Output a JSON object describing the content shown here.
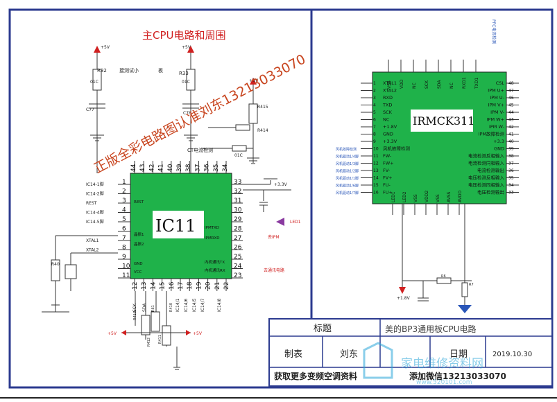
{
  "left_panel": {
    "title": "主CPU电路和周围",
    "watermark": "正版全彩电路图认准刘东13213033070",
    "ic_label": "IC11",
    "power_labels": [
      "+5V",
      "+5V",
      "+5V",
      "+3.3V",
      "+5V",
      "+5V"
    ],
    "resistor_labels": [
      "R32",
      "R33",
      "R415",
      "R414",
      "R40",
      "R413",
      "R411",
      "R410",
      "R412",
      "R61"
    ],
    "cap_labels": [
      "C77",
      "C78"
    ],
    "val_labels": [
      "01C",
      "01C",
      "01C"
    ],
    "test_label": "接测试小",
    "board_label": "板",
    "ct_label": "CT电流检测",
    "left_pins": [
      {
        "num": "1",
        "label": "IC14-1脚"
      },
      {
        "num": "2",
        "label": "IC14-2脚"
      },
      {
        "num": "3",
        "label": "REST"
      },
      {
        "num": "4",
        "label": "IC14-4脚"
      },
      {
        "num": "5",
        "label": "IC14-5脚"
      },
      {
        "num": "6",
        "label": ""
      },
      {
        "num": "7",
        "label": "XTAL1"
      },
      {
        "num": "8",
        "label": "XTAL2"
      },
      {
        "num": "9",
        "label": ""
      },
      {
        "num": "10",
        "label": ""
      },
      {
        "num": "11",
        "label": ""
      }
    ],
    "top_pins": [
      "44",
      "43",
      "42",
      "41",
      "40",
      "39",
      "38",
      "37",
      "36",
      "35",
      "34"
    ],
    "right_pins": [
      "33",
      "32",
      "31",
      "30",
      "29",
      "28",
      "27",
      "26",
      "25",
      "24",
      "23"
    ],
    "bottom_pins": [
      "12",
      "13",
      "14",
      "15",
      "16",
      "17",
      "18",
      "19",
      "20",
      "21",
      "22"
    ],
    "inner_left": [
      "REST",
      "晶振1",
      "晶振2",
      "GND",
      "VCC"
    ],
    "inner_right": [
      "IPMTXD",
      "IPMRXD",
      "内机通讯TX",
      "内机通讯RX"
    ],
    "right_labels": [
      "LED1",
      "去IPM",
      "去通讯电路"
    ],
    "bottom_labels": [
      "SCK",
      "SDA",
      "IC14/1",
      "IC14/6",
      "IC14/5",
      "IC14/7",
      "IC14/8"
    ]
  },
  "right_panel": {
    "chip_label": "IRMCK311",
    "left_pins": [
      {
        "num": "1",
        "label": "XTAL1"
      },
      {
        "num": "2",
        "label": "XTAL2"
      },
      {
        "num": "3",
        "label": "RXD"
      },
      {
        "num": "4",
        "label": "TXD"
      },
      {
        "num": "5",
        "label": "SCK"
      },
      {
        "num": "6",
        "label": "NC"
      },
      {
        "num": "7",
        "label": "+1.8V"
      },
      {
        "num": "8",
        "label": "GND"
      },
      {
        "num": "9",
        "label": "+3.3V"
      },
      {
        "num": "10",
        "label": "风机故障检测"
      },
      {
        "num": "11",
        "label": "FW-"
      },
      {
        "num": "12",
        "label": "FW+"
      },
      {
        "num": "13",
        "label": "FV-"
      },
      {
        "num": "14",
        "label": "FV+"
      },
      {
        "num": "15",
        "label": "FU-"
      },
      {
        "num": "16",
        "label": "FU+"
      }
    ],
    "right_pins": [
      {
        "num": "48",
        "label": "CSL"
      },
      {
        "num": "47",
        "label": "IPM U+"
      },
      {
        "num": "46",
        "label": "IPM U-"
      },
      {
        "num": "45",
        "label": "IPM V+"
      },
      {
        "num": "44",
        "label": "IPM V-"
      },
      {
        "num": "43",
        "label": "IPM W+"
      },
      {
        "num": "42",
        "label": "IPM W-"
      },
      {
        "num": "41",
        "label": "IPM故障检测"
      },
      {
        "num": "40",
        "label": "+3.3"
      },
      {
        "num": "39",
        "label": "GND"
      },
      {
        "num": "38",
        "label": "电流检测反相输入"
      },
      {
        "num": "37",
        "label": "电流检测同相输入"
      },
      {
        "num": "36",
        "label": "电流检测输出"
      },
      {
        "num": "35",
        "label": "电压检测反相输入"
      },
      {
        "num": "34",
        "label": "电压检测同相输入"
      },
      {
        "num": "33",
        "label": "电压检测输出"
      }
    ],
    "top_pin_labels": [
      "VSS",
      "VDD",
      "NC",
      "SCK",
      "SDA",
      "NC",
      "RXD1",
      "TXD1"
    ],
    "bottom_pin_labels": [
      "LED1",
      "LED2",
      "VSS",
      "VDD2",
      "VSS",
      "AVSS",
      "AVDD"
    ],
    "left_side_labels": [
      "风机故障检测",
      "风机驱动1/4脚",
      "风机驱动1/3脚",
      "风机驱动1/2脚",
      "风机驱动1/1脚",
      "风机驱动1/6脚",
      "风机驱动1/7脚"
    ],
    "top_right_label": "PFC电流检测",
    "bottom_voltage": "+1.8V",
    "r_labels": [
      "R6",
      "R7"
    ]
  },
  "title_block": {
    "title_label": "标题",
    "title_value": "美的BP3通用板CPU电路",
    "drawn_label": "制表",
    "drawn_value": "刘东",
    "date_label": "日期",
    "date_value": "2019.10.30",
    "footer_left": "获取更多变频空调资料",
    "footer_right": "添加微信13213033070"
  },
  "logo": {
    "text": "家电维修资料网",
    "url": "www.520101.com"
  },
  "colors": {
    "frame": "#2b3a8f",
    "chip_green": "#1fb24a",
    "title_red": "#d02020",
    "wire": "#333333",
    "pink": "#e8407a",
    "blue": "#2a56b8",
    "watermark": "#c8451f"
  }
}
